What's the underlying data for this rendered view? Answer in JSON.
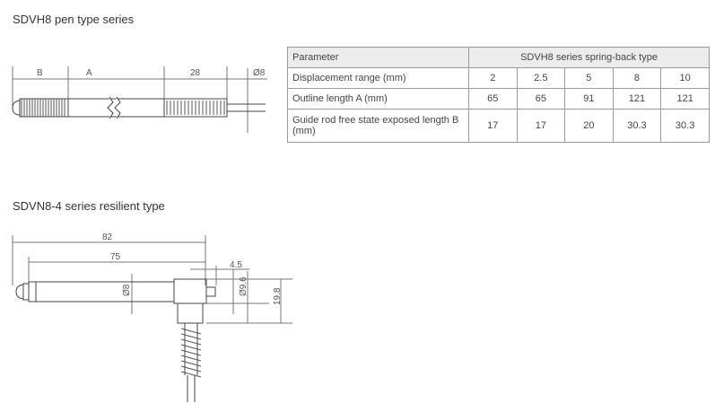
{
  "section1": {
    "title": "SDVH8 pen type series",
    "dims": {
      "b": "B",
      "a": "A",
      "len28": "28",
      "dia": "Ø8"
    }
  },
  "table": {
    "header": {
      "param": "Parameter",
      "group": "SDVH8 series spring-back type"
    },
    "rows": [
      {
        "label": "Displacement range (mm)",
        "values": [
          "2",
          "2.5",
          "5",
          "8",
          "10"
        ]
      },
      {
        "label": "Outline length A (mm)",
        "values": [
          "65",
          "65",
          "91",
          "121",
          "121"
        ]
      },
      {
        "label": "Guide rod free state exposed length B (mm)",
        "values": [
          "17",
          "17",
          "20",
          "30.3",
          "30.3"
        ]
      }
    ]
  },
  "section2": {
    "title": "SDVN8-4 series resilient type",
    "dims": {
      "len82": "82",
      "len75": "75",
      "len45": "4.5",
      "dia8": "Ø8",
      "dia96": "Ø9.6",
      "h198": "19.8"
    }
  }
}
